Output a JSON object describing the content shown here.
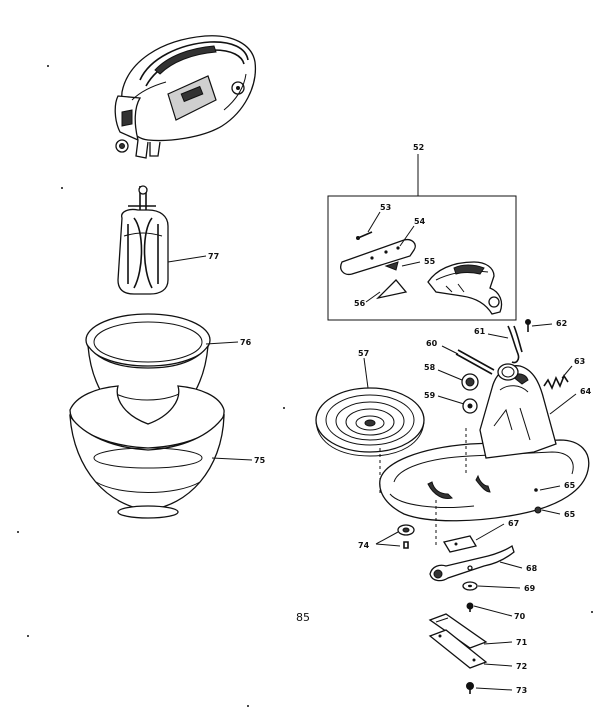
{
  "figure_label": "85",
  "callouts": {
    "c52": "52",
    "c53": "53",
    "c54": "54",
    "c55": "55",
    "c56": "56",
    "c57": "57",
    "c58": "58",
    "c59": "59",
    "c60": "60",
    "c61": "61",
    "c62": "62",
    "c63": "63",
    "c64": "64",
    "c65a": "65",
    "c65b": "65",
    "c67": "67",
    "c68": "68",
    "c69": "69",
    "c70": "70",
    "c71": "71",
    "c72": "72",
    "c73": "73",
    "c74": "74",
    "c75": "75",
    "c76": "76",
    "c77": "77"
  }
}
